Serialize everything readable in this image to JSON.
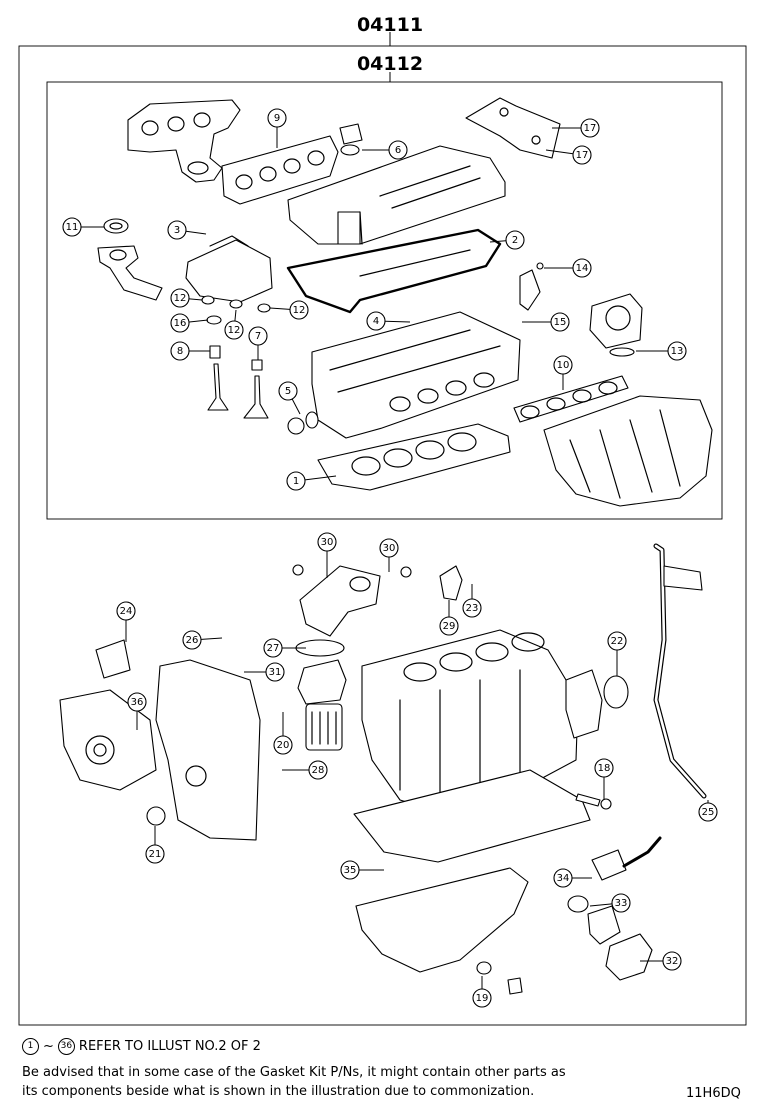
{
  "codes": {
    "outer": "04111",
    "inner": "04112"
  },
  "footer": {
    "refer_start": "1",
    "refer_tilde": "~",
    "refer_end": "36",
    "refer_text": "REFER TO ILLUST NO.2 OF 2",
    "note_line_1": "Be advised that in some case of the Gasket Kit P/Ns,  it might contain other parts as",
    "note_line_2": "its components beside what is shown in the illustration due to commonization.",
    "reference_code": "11H6DQ"
  },
  "callouts": [
    "9",
    "6",
    "17",
    "17",
    "11",
    "3",
    "2",
    "14",
    "12",
    "12",
    "16",
    "12",
    "4",
    "15",
    "8",
    "7",
    "13",
    "10",
    "5",
    "1",
    "30",
    "30",
    "23",
    "29",
    "24",
    "26",
    "27",
    "22",
    "31",
    "36",
    "20",
    "28",
    "18",
    "25",
    "21",
    "35",
    "34",
    "33",
    "32",
    "19"
  ]
}
